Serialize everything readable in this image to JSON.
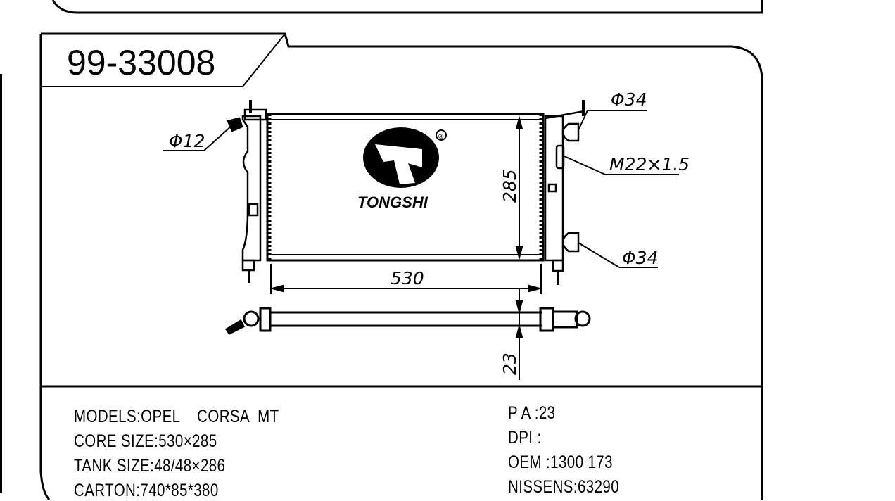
{
  "part_number": "99-33008",
  "brand": {
    "name": "TONGSHI",
    "registered_mark": "®"
  },
  "dimensions": {
    "width": "530",
    "height": "285",
    "thickness": "23",
    "inlet_left": "Φ12",
    "outlet_top": "Φ34",
    "thread": "M22×1.5",
    "outlet_bottom": "Φ34"
  },
  "specs_left": [
    "MODELS:OPEL    CORSA  MT",
    "CORE SIZE:530×285",
    "TANK SIZE:48/48×286",
    "CARTON:740*85*380"
  ],
  "specs_right": [
    "P A :23",
    "DPI :",
    "OEM :1300 173",
    "NISSENS:63290"
  ]
}
